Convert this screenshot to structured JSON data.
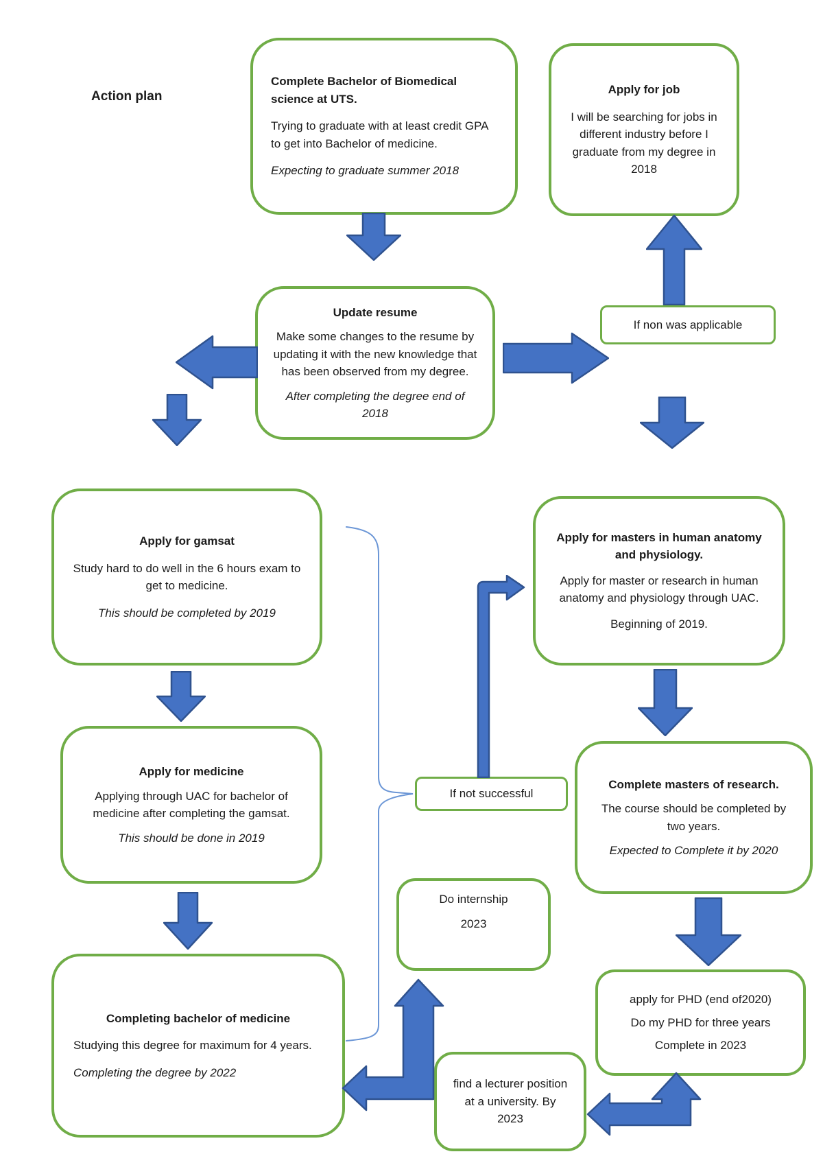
{
  "page_title": "Action plan",
  "colors": {
    "box_border_green": "#70AD47",
    "arrow_fill_blue": "#4472C4",
    "arrow_stroke_dark": "#2F528F",
    "brace_line_blue": "#6B96D6",
    "text": "#1b1b1b"
  },
  "boxes": {
    "bachelor_biomed": {
      "title": "Complete Bachelor of Biomedical science at UTS.",
      "body": "Trying to graduate with at least credit GPA to get into Bachelor of medicine.",
      "note": "Expecting to graduate summer 2018"
    },
    "apply_job": {
      "title": "Apply for job",
      "body": "I will be searching for jobs in different industry before I graduate from my degree in 2018"
    },
    "update_resume": {
      "title": "Update resume",
      "body": "Make some changes to the resume by updating it with the new knowledge that has been observed from my degree.",
      "note": "After completing the degree end of 2018"
    },
    "if_non_applicable": {
      "label": "If non was applicable"
    },
    "apply_gamsat": {
      "title": "Apply for gamsat",
      "body": "Study hard to do well in the 6 hours exam to get to medicine.",
      "note": "This should be completed by 2019"
    },
    "apply_masters": {
      "title": "Apply for masters in human anatomy and physiology.",
      "body": "Apply for master or research in human anatomy and physiology through UAC.",
      "note": "Beginning of 2019."
    },
    "apply_medicine": {
      "title": "Apply for medicine",
      "body": "Applying through UAC for bachelor of medicine after completing the gamsat.",
      "note": "This should be done in 2019"
    },
    "if_not_successful": {
      "label": "If not successful"
    },
    "complete_masters": {
      "title": "Complete masters of research.",
      "body": "The course should be completed by two years.",
      "note": "Expected to Complete it by 2020"
    },
    "do_internship": {
      "line1": "Do internship",
      "line2": "2023"
    },
    "apply_phd": {
      "line1": "apply for PHD (end of2020)",
      "line2": "Do my PHD for three years",
      "line3": "Complete in 2023"
    },
    "completing_bachelor": {
      "title": "Completing bachelor of medicine",
      "body": "Studying this degree for maximum for 4 years.",
      "note": "Completing the degree by 2022"
    },
    "find_lecturer": {
      "label": "find a lecturer position at a university.  By 2023"
    }
  }
}
